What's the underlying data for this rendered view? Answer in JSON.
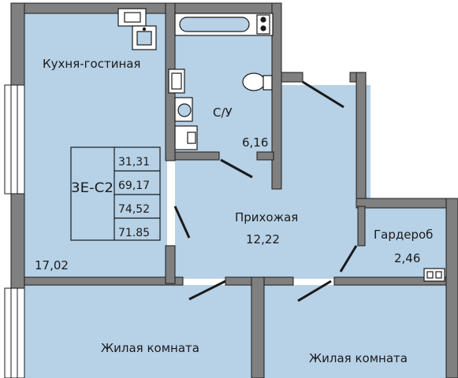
{
  "rooms": {
    "kitchen_living": {
      "name": "Кухня-гостиная",
      "area": "17,02"
    },
    "bathroom": {
      "name": "С/У",
      "area": "6,16"
    },
    "hallway": {
      "name": "Прихожая",
      "area": "12,22"
    },
    "wardrobe": {
      "name": "Гардероб",
      "area": "2,46"
    },
    "bedroom_left": {
      "name": "Жилая комната"
    },
    "bedroom_right": {
      "name": "Жилая комната"
    }
  },
  "info_table": {
    "code": "3Е-С2",
    "values": [
      "31,31",
      "69,17",
      "74,52",
      "71.85"
    ]
  },
  "colors": {
    "floor": "#b7d1e6",
    "wall": "#808080",
    "line": "#1a1a1a"
  }
}
